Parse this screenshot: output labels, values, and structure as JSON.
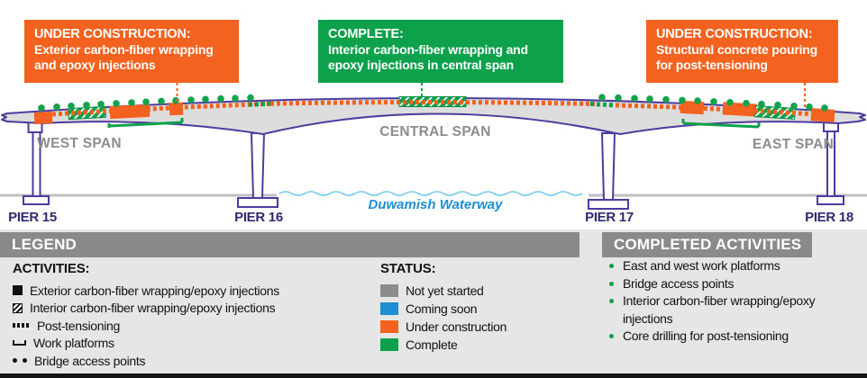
{
  "callouts": [
    {
      "status": "UNDER CONSTRUCTION:",
      "text": "Exterior carbon-fiber wrapping and epoxy injections",
      "color": "#F4621F"
    },
    {
      "status": "COMPLETE:",
      "text": "Interior carbon-fiber wrapping and epoxy injections in central span",
      "color": "#0DA14C"
    },
    {
      "status": "UNDER CONSTRUCTION:",
      "text": "Structural concrete pouring for post-tensioning",
      "color": "#F4621F"
    }
  ],
  "bridge": {
    "spans": [
      "WEST SPAN",
      "CENTRAL SPAN",
      "EAST SPAN"
    ],
    "piers": [
      "PIER 15",
      "PIER 16",
      "PIER 17",
      "PIER 18"
    ],
    "waterway": "Duwamish Waterway"
  },
  "legend": {
    "title": "LEGEND",
    "activities_title": "ACTIVITIES:",
    "activities": [
      {
        "icon": "exterior-wrap-icon",
        "label": "Exterior carbon-fiber wrapping/epoxy injections"
      },
      {
        "icon": "interior-wrap-icon",
        "label": "Interior carbon-fiber wrapping/epoxy injections"
      },
      {
        "icon": "post-tensioning-icon",
        "label": "Post-tensioning"
      },
      {
        "icon": "work-platform-icon",
        "label": "Work platforms"
      },
      {
        "icon": "access-points-icon",
        "label": "Bridge access points"
      }
    ],
    "status_title": "STATUS:",
    "statuses": [
      {
        "label": "Not yet started",
        "color": "#8C8C8C"
      },
      {
        "label": "Coming soon",
        "color": "#1E90D2"
      },
      {
        "label": "Under construction",
        "color": "#F4621F"
      },
      {
        "label": "Complete",
        "color": "#0DA14C"
      }
    ]
  },
  "completed": {
    "title": "COMPLETED ACTIVITIES",
    "items": [
      "East and west work platforms",
      "Bridge access points",
      "Interior carbon-fiber wrapping/epoxy injections",
      "Core drilling for post-tensioning"
    ]
  }
}
